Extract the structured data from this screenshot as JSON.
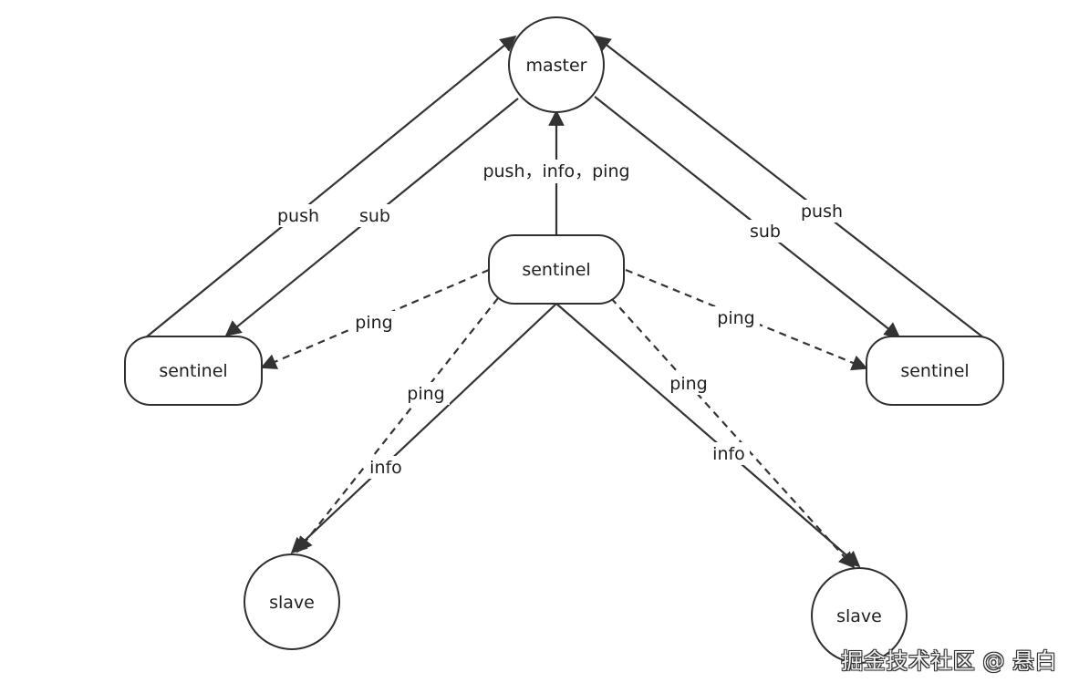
{
  "nodes": {
    "master": "master",
    "sentinel_center": "sentinel",
    "sentinel_left": "sentinel",
    "sentinel_right": "sentinel",
    "slave_left": "slave",
    "slave_right": "slave"
  },
  "edge_labels": {
    "left_push": "push",
    "left_sub": "sub",
    "center_push_info_ping": "push，info，ping",
    "right_sub": "sub",
    "right_push": "push",
    "ping_to_left_sentinel": "ping",
    "ping_to_right_sentinel": "ping",
    "ping_to_left_slave": "ping",
    "info_to_left_slave": "info",
    "ping_to_right_slave": "ping",
    "info_to_right_slave": "info"
  },
  "watermark": "掘金技术社区 @ 悬白",
  "colors": {
    "stroke": "#333333",
    "background": "#ffffff"
  }
}
